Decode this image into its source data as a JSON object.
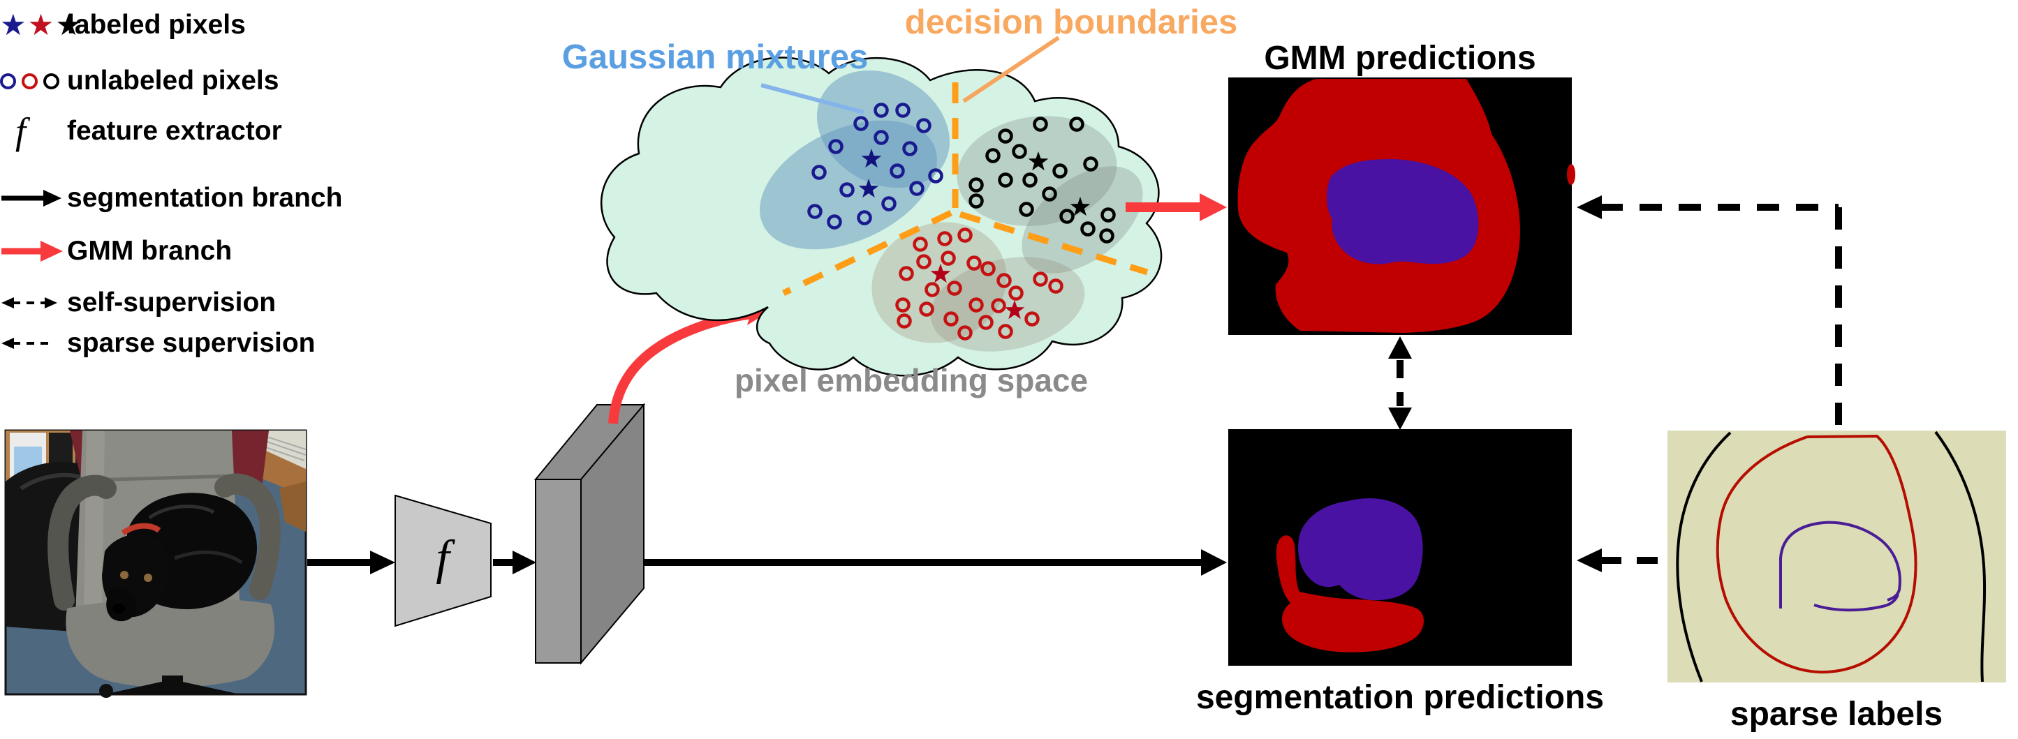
{
  "legend": {
    "items": [
      {
        "label": "labeled pixels",
        "symbol": "three-stars"
      },
      {
        "label": "unlabeled pixels",
        "symbol": "three-rings"
      },
      {
        "label": "feature extractor",
        "symbol": "f-italic"
      },
      {
        "label": "segmentation branch",
        "symbol": "solid-black-arrow"
      },
      {
        "label": "GMM branch",
        "symbol": "solid-red-arrow"
      },
      {
        "label": "self-supervision",
        "symbol": "dashed-double-arrow"
      },
      {
        "label": "sparse supervision",
        "symbol": "dashed-left-arrow"
      }
    ]
  },
  "labels": {
    "gaussian_mixtures": "Gaussian mixtures",
    "decision_boundaries": "decision boundaries",
    "pixel_embedding_space": "pixel embedding space",
    "gmm_predictions": "GMM predictions",
    "segmentation_predictions": "segmentation predictions",
    "sparse_labels": "sparse labels",
    "feature_extractor_symbol": "f"
  },
  "colors": {
    "red-branch": "#f83a3c",
    "mask-red": "#c00000",
    "mask-purple": "#4a12a2",
    "sparse-bg": "#dcdcb6",
    "cloud-mint": "#d5f3e4",
    "boundary-orange": "#ff9d17",
    "label-orange": "#f8a85f",
    "label-blue": "#5b9fe3",
    "label-gray": "#8a8a8a",
    "navy": "#1a1a8f",
    "crimson": "#c41111",
    "star-navy": "#12127e",
    "star-red": "#b30016"
  },
  "embedding": {
    "clusters": [
      {
        "name": "blue-gaussian",
        "circle_color": "#1a1a8f",
        "star_color": "#12127e",
        "points": [
          [
            1262,
            158
          ],
          [
            1293,
            158
          ],
          [
            1233,
            177
          ],
          [
            1323,
            180
          ],
          [
            1262,
            197
          ],
          [
            1197,
            210
          ],
          [
            1303,
            213
          ],
          [
            1173,
            247
          ],
          [
            1285,
            245
          ],
          [
            1340,
            252
          ],
          [
            1213,
            272
          ],
          [
            1313,
            270
          ],
          [
            1273,
            292
          ],
          [
            1167,
            303
          ],
          [
            1195,
            318
          ],
          [
            1238,
            312
          ]
        ],
        "stars": [
          [
            1248,
            228
          ],
          [
            1244,
            271
          ]
        ]
      },
      {
        "name": "black-gaussian",
        "circle_color": "#000000",
        "star_color": "#000000",
        "points": [
          [
            1490,
            178
          ],
          [
            1542,
            178
          ],
          [
            1440,
            195
          ],
          [
            1460,
            217
          ],
          [
            1422,
            223
          ],
          [
            1518,
            245
          ],
          [
            1562,
            235
          ],
          [
            1398,
            265
          ],
          [
            1440,
            258
          ],
          [
            1475,
            258
          ],
          [
            1503,
            278
          ],
          [
            1398,
            288
          ],
          [
            1470,
            300
          ],
          [
            1528,
            310
          ],
          [
            1587,
            308
          ],
          [
            1558,
            328
          ],
          [
            1585,
            338
          ]
        ],
        "stars": [
          [
            1487,
            232
          ],
          [
            1547,
            297
          ]
        ]
      },
      {
        "name": "red-gaussian",
        "circle_color": "#c41111",
        "star_color": "#b30016",
        "points": [
          [
            1318,
            350
          ],
          [
            1353,
            342
          ],
          [
            1382,
            337
          ],
          [
            1323,
            375
          ],
          [
            1358,
            370
          ],
          [
            1395,
            377
          ],
          [
            1415,
            385
          ],
          [
            1298,
            392
          ],
          [
            1335,
            415
          ],
          [
            1367,
            413
          ],
          [
            1293,
            437
          ],
          [
            1327,
            443
          ],
          [
            1362,
            457
          ],
          [
            1295,
            460
          ],
          [
            1398,
            437
          ],
          [
            1438,
            402
          ],
          [
            1455,
            420
          ],
          [
            1430,
            438
          ],
          [
            1412,
            462
          ],
          [
            1440,
            475
          ],
          [
            1382,
            477
          ],
          [
            1478,
            457
          ],
          [
            1490,
            400
          ],
          [
            1512,
            410
          ]
        ],
        "stars": [
          [
            1347,
            393
          ],
          [
            1453,
            445
          ]
        ]
      }
    ]
  }
}
